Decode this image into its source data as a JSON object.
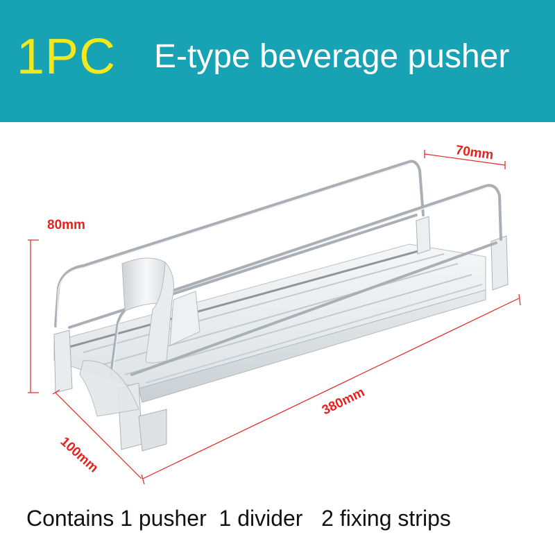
{
  "banner": {
    "quantity": "1PC",
    "title": "E-type beverage pusher",
    "background_color": "#17a3b4",
    "quantity_color": "#f3e81c"
  },
  "product_image": {
    "subject": "beverage pusher rack with wire guide, pusher plate and base track",
    "dimensions": {
      "height": "80mm",
      "width_back": "70mm",
      "length": "380mm",
      "width_front": "100mm"
    },
    "dimension_color": "#e5221e"
  },
  "footer": {
    "contents": "Contains 1 pusher  1 divider   2 fixing strips"
  }
}
